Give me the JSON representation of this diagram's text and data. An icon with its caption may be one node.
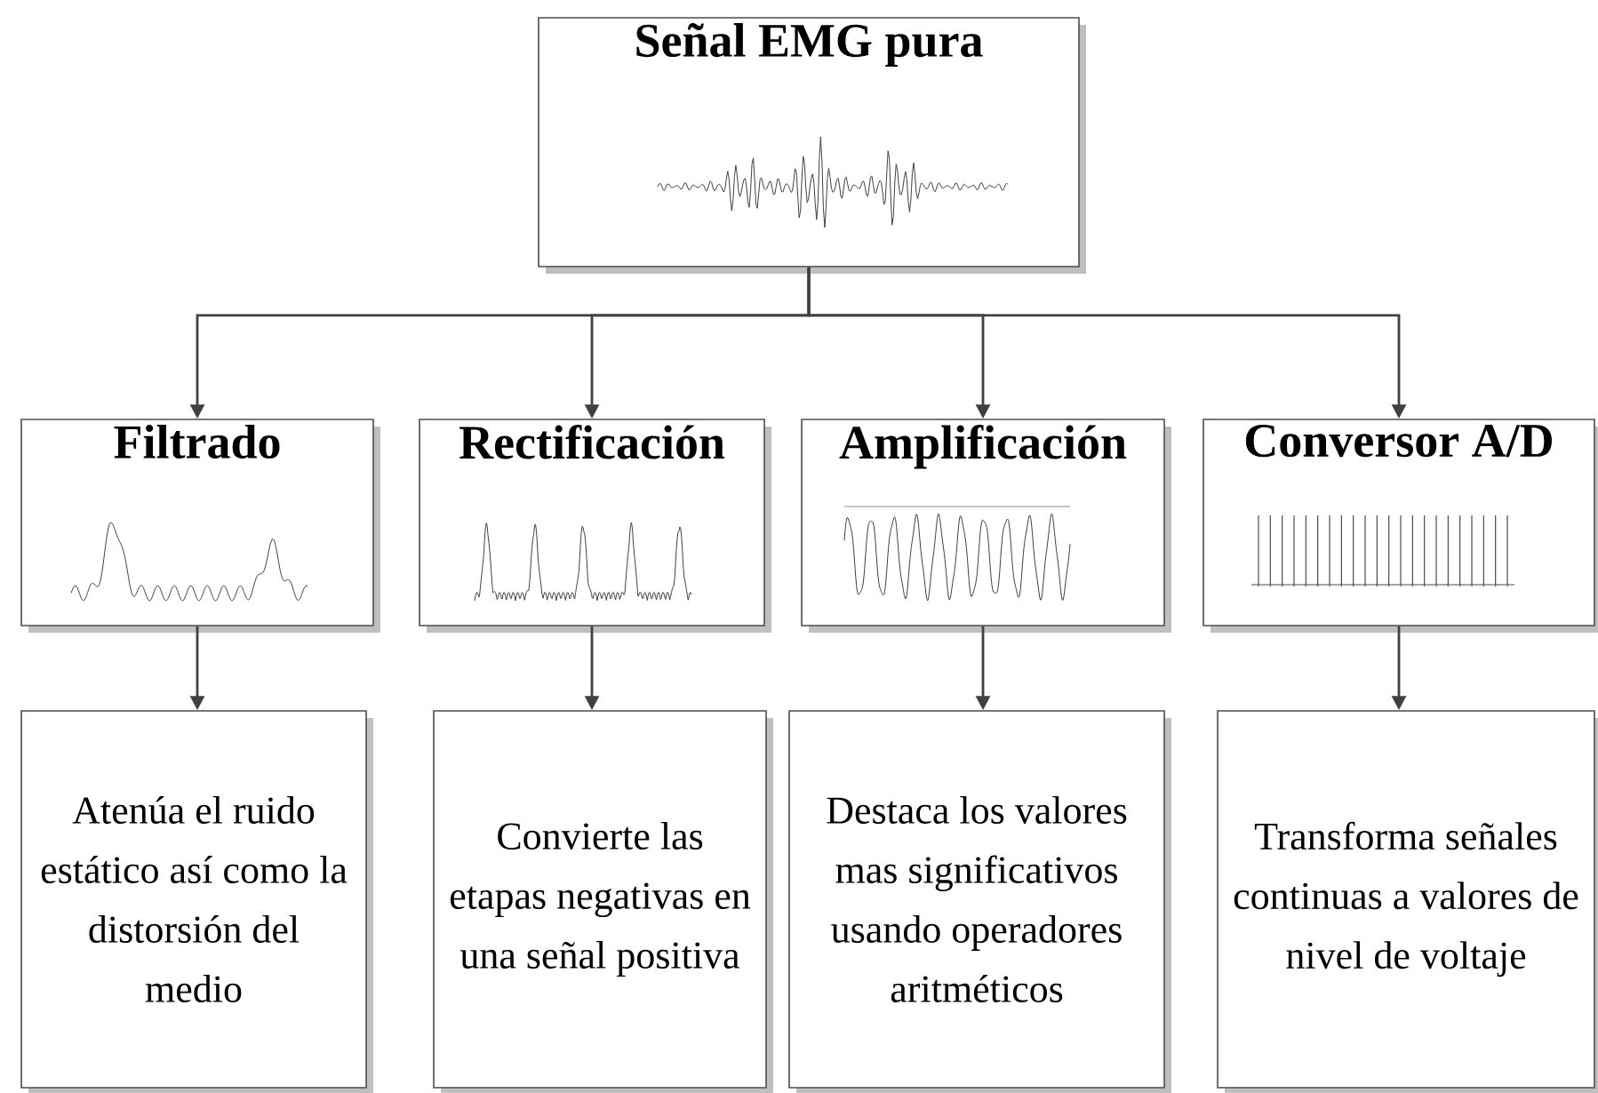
{
  "diagram": {
    "nodes": [
      {
        "text": [
          "Señal EMG pura"
        ]
      },
      {
        "text": [
          "Filtrado"
        ]
      },
      {
        "text": [
          "Rectificación"
        ]
      },
      {
        "text": [
          "Amplificación"
        ]
      },
      {
        "text": [
          "Conversor A/D"
        ]
      },
      {
        "text": [
          "Atenúa el ruido estático así como la distorsión del medio"
        ]
      },
      {
        "text": [
          "Convierte las etapas negativas en una señal positiva"
        ]
      },
      {
        "text": [
          "Destaca los valores mas significativos usando operadores aritméticos"
        ]
      },
      {
        "text": [
          "Transforma señales continuas a valores de nivel de voltaje"
        ]
      }
    ],
    "edges": [
      {
        "from": 0,
        "to": 1,
        "arrow": "to"
      },
      {
        "from": 0,
        "to": 2,
        "arrow": "to"
      },
      {
        "from": 0,
        "to": 3,
        "arrow": "to"
      },
      {
        "from": 0,
        "to": 4,
        "arrow": "to"
      },
      {
        "from": 1,
        "to": 5,
        "arrow": "to"
      },
      {
        "from": 2,
        "to": 6,
        "arrow": "to"
      },
      {
        "from": 3,
        "to": 7,
        "arrow": "to"
      },
      {
        "from": 4,
        "to": 8,
        "arrow": "to"
      }
    ]
  }
}
